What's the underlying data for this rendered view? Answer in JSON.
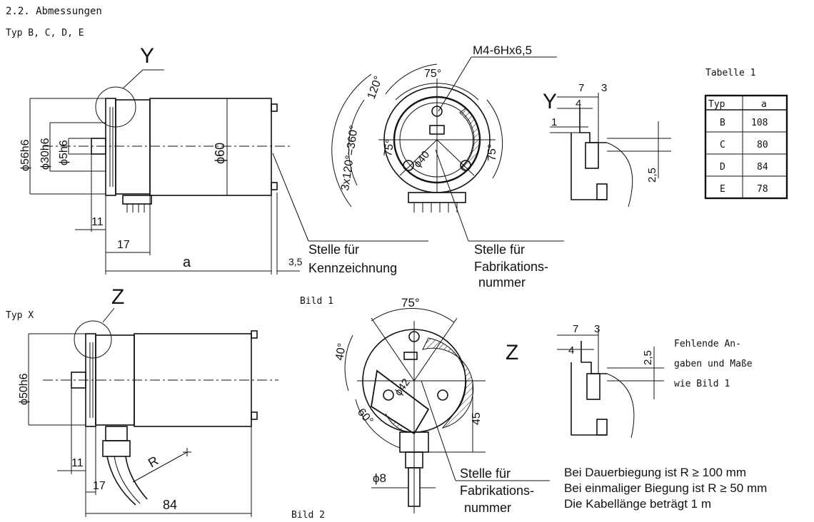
{
  "section_title": "2.2. Abmessungen",
  "subtitle_typ_bcde": "Typ B, C, D, E",
  "subtitle_typ_x": "Typ X",
  "fig1": {
    "caption": "Bild 1",
    "detail_label": "Y",
    "side_view": {
      "d_outer": "ϕ56h6",
      "d_mid": "ϕ30h6",
      "d_shaft": "ϕ5h6",
      "d_body": "ϕ60",
      "dim_11": "11",
      "dim_17": "17",
      "dim_a": "a",
      "dim_35": "3,5"
    },
    "note_marking_1": "Stelle für",
    "note_marking_2": "Kennzeichnung",
    "front_view": {
      "thread": "M4-6Hx6,5",
      "angle_75_top": "75°",
      "angle_120": "120°",
      "angle_3x": "3x120°=360°",
      "angle_75_left": "75°",
      "angle_75_right": "75°",
      "d_40": "ϕ40"
    },
    "note_fab_1": "Stelle für",
    "note_fab_2": "Fabrikations-",
    "note_fab_3": "nummer",
    "detail": {
      "label": "Y",
      "dim_7": "7",
      "dim_3": "3",
      "dim_4": "4",
      "dim_1": "1",
      "dim_25": "2,5"
    }
  },
  "table": {
    "title": "Tabelle 1",
    "headers": [
      "Typ",
      "a"
    ],
    "rows": [
      [
        "B",
        "108"
      ],
      [
        "C",
        "80"
      ],
      [
        "D",
        "84"
      ],
      [
        "E",
        "78"
      ]
    ]
  },
  "fig2": {
    "caption": "Bild 2",
    "detail_label": "Z",
    "side_view": {
      "d_outer": "ϕ50h6",
      "dim_11": "11",
      "dim_17": "17",
      "dim_84": "84",
      "radius": "R"
    },
    "front_view": {
      "angle_75": "75°",
      "angle_40": "40°",
      "angle_60": "60°",
      "d_42": "ϕ42",
      "dim_45": "45",
      "d_8": "ϕ8"
    },
    "note_fab_1": "Stelle für",
    "note_fab_2": "Fabrikations-",
    "note_fab_3": "nummer",
    "detail": {
      "label": "Z",
      "dim_7": "7",
      "dim_3": "3",
      "dim_4": "4",
      "dim_25": "2,5"
    },
    "missing_note": [
      "Fehlende An-",
      "gaben und Maße",
      "wie Bild 1"
    ],
    "bend_notes": [
      "Bei Dauerbiegung ist  R ≥ 100 mm",
      "Bei einmaliger Biegung ist R ≥ 50 mm",
      "Die Kabellänge beträgt 1 m"
    ]
  }
}
